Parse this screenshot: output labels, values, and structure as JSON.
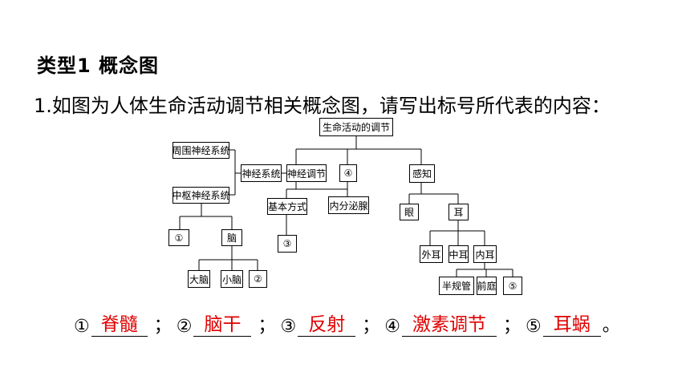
{
  "heading": "类型1  概念图",
  "question": "1.如图为人体生命活动调节相关概念图，请写出标号所代表的内容：",
  "diagram": {
    "root": "生命活动的调节",
    "peripheral": "周围神经系统",
    "central": "中枢神经系统",
    "nervous_system": "神经系统",
    "neural_regulation": "神经调节",
    "marker4": "④",
    "sensation": "感知",
    "basic_mode": "基本方式",
    "endocrine": "内分泌腺",
    "eye": "眼",
    "ear": "耳",
    "marker1": "①",
    "brain": "脑",
    "marker3": "③",
    "outer_ear": "外耳",
    "middle_ear": "中耳",
    "inner_ear": "内耳",
    "cerebrum": "大脑",
    "cerebellum": "小脑",
    "marker2": "②",
    "semicircular": "半规管",
    "vestibule": "前庭",
    "marker5": "⑤"
  },
  "answers": {
    "m1": "①",
    "a1": "脊髓",
    "m2": "②",
    "a2": "脑干",
    "m3": "③",
    "a3": "反射",
    "m4": "④",
    "a4": "激素调节",
    "m5": "⑤",
    "a5": "耳蜗",
    "sep": "；",
    "end": "。"
  }
}
